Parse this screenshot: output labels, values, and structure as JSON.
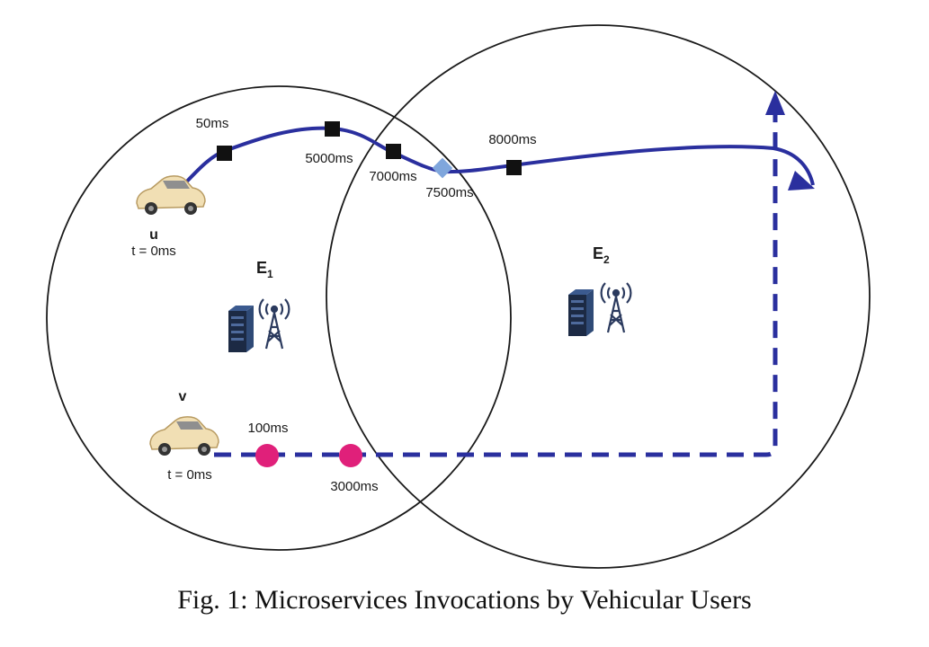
{
  "colors": {
    "path": "#2a2f9e",
    "marker_square": "#111111",
    "marker_diamond": "#7fa6dc",
    "marker_circle": "#e0207a",
    "circle_stroke": "#1a1a1a",
    "car_body": "#f1dfb4"
  },
  "vehicles": {
    "u": {
      "name": "u",
      "time": "t = 0ms"
    },
    "v": {
      "name": "v",
      "time": "t = 0ms"
    }
  },
  "edges": {
    "e1": {
      "label": "E",
      "sub": "1"
    },
    "e2": {
      "label": "E",
      "sub": "2"
    }
  },
  "u_path_markers": [
    "50ms",
    "5000ms",
    "7000ms",
    "7500ms",
    "8000ms"
  ],
  "v_path_markers": [
    "100ms",
    "3000ms"
  ],
  "icons": [
    "car-icon",
    "server-rack-icon",
    "cell-tower-icon",
    "arrow-head-icon"
  ],
  "caption": "Fig. 1: Microservices Invocations by Vehicular Users"
}
